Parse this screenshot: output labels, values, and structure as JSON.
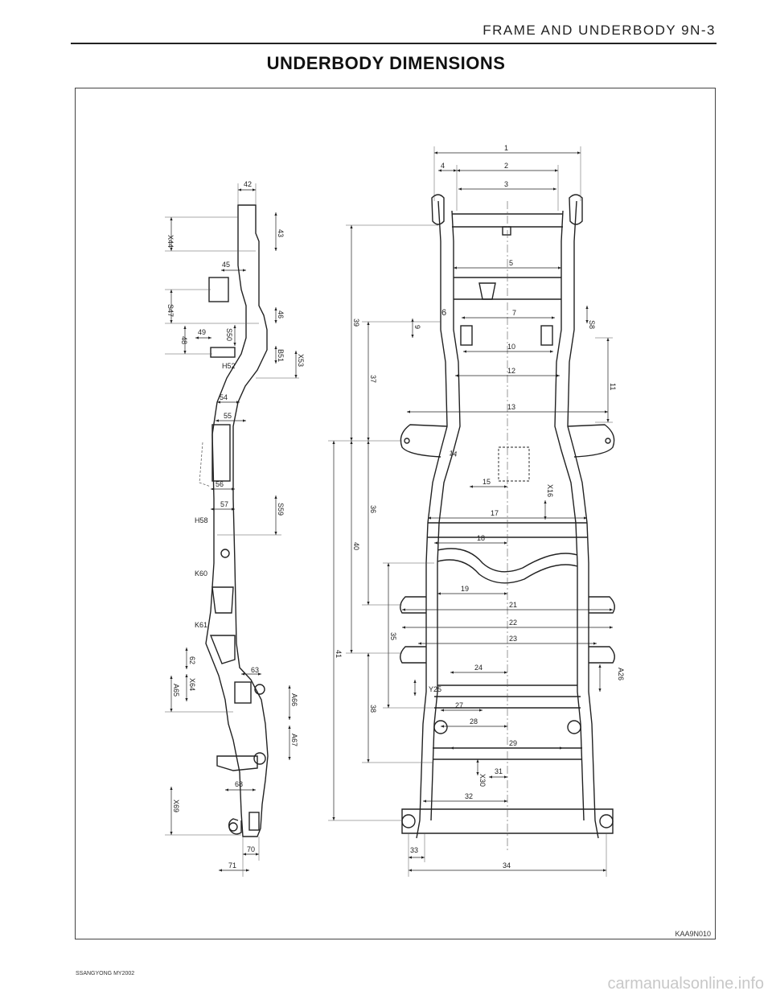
{
  "header": {
    "section": "FRAME AND UNDERBODY  9N-3"
  },
  "title": "UNDERBODY  DIMENSIONS",
  "figure_ref": "KAA9N010",
  "footer": {
    "left": "SSANGYONG MY2002",
    "watermark": "carmanualsonline.info"
  },
  "side_view_labels": [
    "42",
    "43",
    "X44",
    "45",
    "46",
    "S47",
    "48",
    "49",
    "S50",
    "B51",
    "H52",
    "X53",
    "54",
    "55",
    "56",
    "57",
    "H58",
    "S59",
    "K60",
    "K61",
    "62",
    "63",
    "X64",
    "A65",
    "A66",
    "A67",
    "68",
    "X69",
    "70",
    "71"
  ],
  "top_view_labels": [
    "1",
    "2",
    "3",
    "4",
    "5",
    "6",
    "7",
    "S8",
    "9",
    "10",
    "11",
    "12",
    "13",
    "14",
    "15",
    "X16",
    "17",
    "18",
    "19",
    "21",
    "22",
    "23",
    "24",
    "Y25",
    "A26",
    "27",
    "28",
    "29",
    "X30",
    "31",
    "32",
    "33",
    "34",
    "35",
    "36",
    "37",
    "38",
    "39",
    "40",
    "41"
  ]
}
